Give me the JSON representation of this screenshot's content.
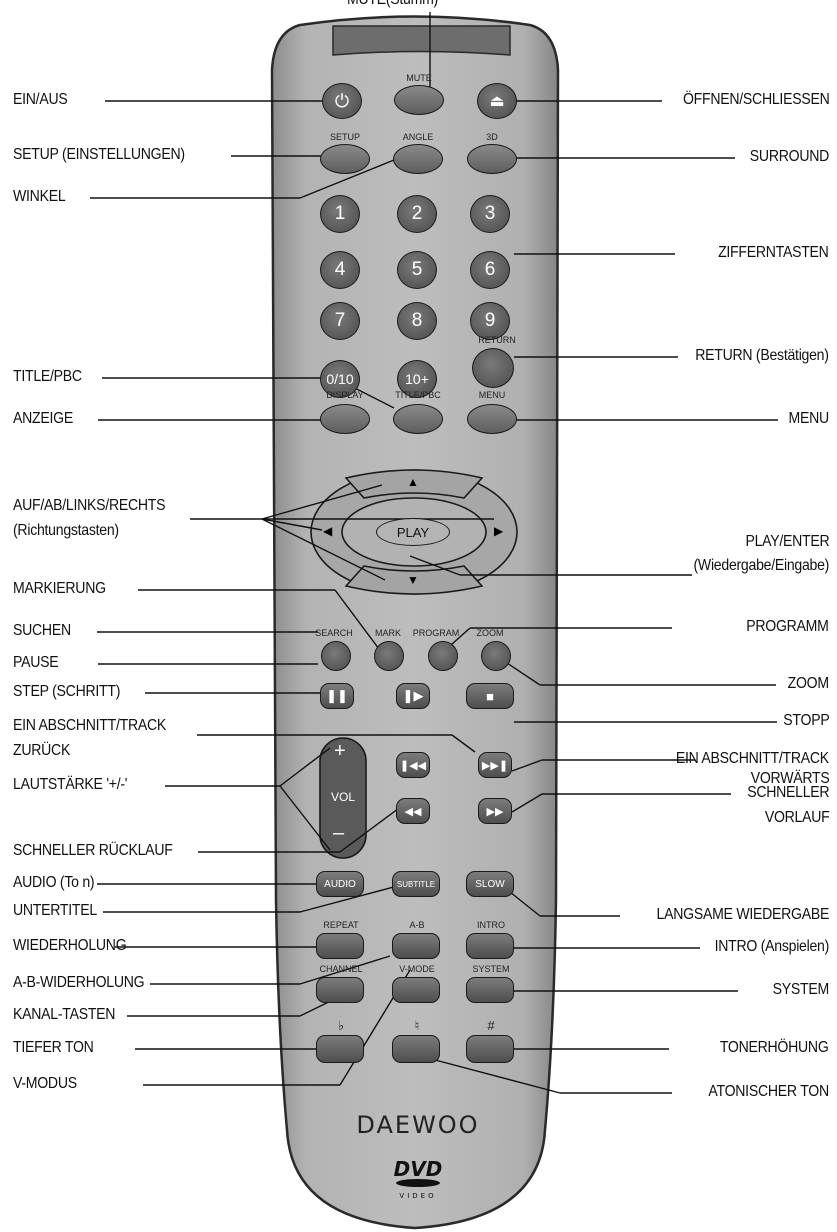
{
  "brand": {
    "logo": "DAEWOO",
    "format_logo": "DVD",
    "format_sub": "VIDEO"
  },
  "remote_labels": {
    "mute": "MUTE",
    "setup": "SETUP",
    "angle": "ANGLE",
    "surround_3d": "3D",
    "return": "RETURN",
    "display": "DISPLAY",
    "title_pbc": "TITLE/PBC",
    "menu": "MENU",
    "play": "PLAY",
    "search": "SEARCH",
    "mark": "MARK",
    "program": "PROGRAM",
    "zoom": "ZOOM",
    "vol": "VOL",
    "vol_plus": "+",
    "vol_minus": "–",
    "audio": "AUDIO",
    "subtitle": "SUBTITLE",
    "slow": "SLOW",
    "repeat": "REPEAT",
    "ab": "A-B",
    "intro": "INTRO",
    "channel": "CHANNEL",
    "vmode": "V-MODE",
    "system": "SYSTEM",
    "flat": "♭",
    "natural": "♮",
    "sharp": "#"
  },
  "digits": [
    "1",
    "2",
    "3",
    "4",
    "5",
    "6",
    "7",
    "8",
    "9",
    "0/10",
    "10+"
  ],
  "icons": {
    "power": "power-icon",
    "eject": "eject-icon",
    "up": "arrow-up-icon",
    "down": "arrow-down-icon",
    "left": "arrow-left-icon",
    "right": "arrow-right-icon",
    "pause": "pause-icon",
    "step": "step-icon",
    "stop": "stop-icon",
    "prev": "skip-back-icon",
    "next": "skip-forward-icon",
    "rew": "rewind-icon",
    "ffwd": "fast-forward-icon"
  },
  "callouts": {
    "top": "MUTE(Stumm)",
    "left": [
      "EIN/AUS",
      "SETUP (EINSTELLUNGEN)",
      "WINKEL",
      "TITLE/PBC",
      "ANZEIGE",
      "AUF/AB/LINKS/RECHTS",
      "(Richtungstasten)",
      "MARKIERUNG",
      "SUCHEN",
      "PAUSE",
      "STEP (SCHRITT)",
      "EIN ABSCHNITT/TRACK",
      "ZURÜCK",
      "LAUTSTÄRKE '+/-'",
      "SCHNELLER RÜCKLAUF",
      "AUDIO (To n)",
      "UNTERTITEL",
      "WIEDERHOLUNG",
      "A-B-WIDERHOLUNG",
      "KANAL-TASTEN",
      "TIEFER TON",
      "V-MODUS"
    ],
    "right": [
      "ÖFFNEN/SCHLIESSEN",
      "SURROUND",
      "ZIFFERNTASTEN",
      "RETURN (Bestätigen)",
      "MENU",
      "PLAY/ENTER",
      "(Wiedergabe/Eingabe)",
      "PROGRAMM",
      "ZOOM",
      "STOPP",
      "EIN ABSCHNITT/TRACK",
      "VORWÄRTS",
      "SCHNELLER",
      "VORLAUF",
      "LANGSAME WIEDERGABE",
      "INTRO (Anspielen)",
      "SYSTEM",
      "TONERHÖHUNG",
      "ATONISCHER TON"
    ]
  },
  "colors": {
    "body": "#a9a9a9",
    "body_edge": "#2a2a2a",
    "button": "#5e5e5e",
    "line": "#111111"
  }
}
